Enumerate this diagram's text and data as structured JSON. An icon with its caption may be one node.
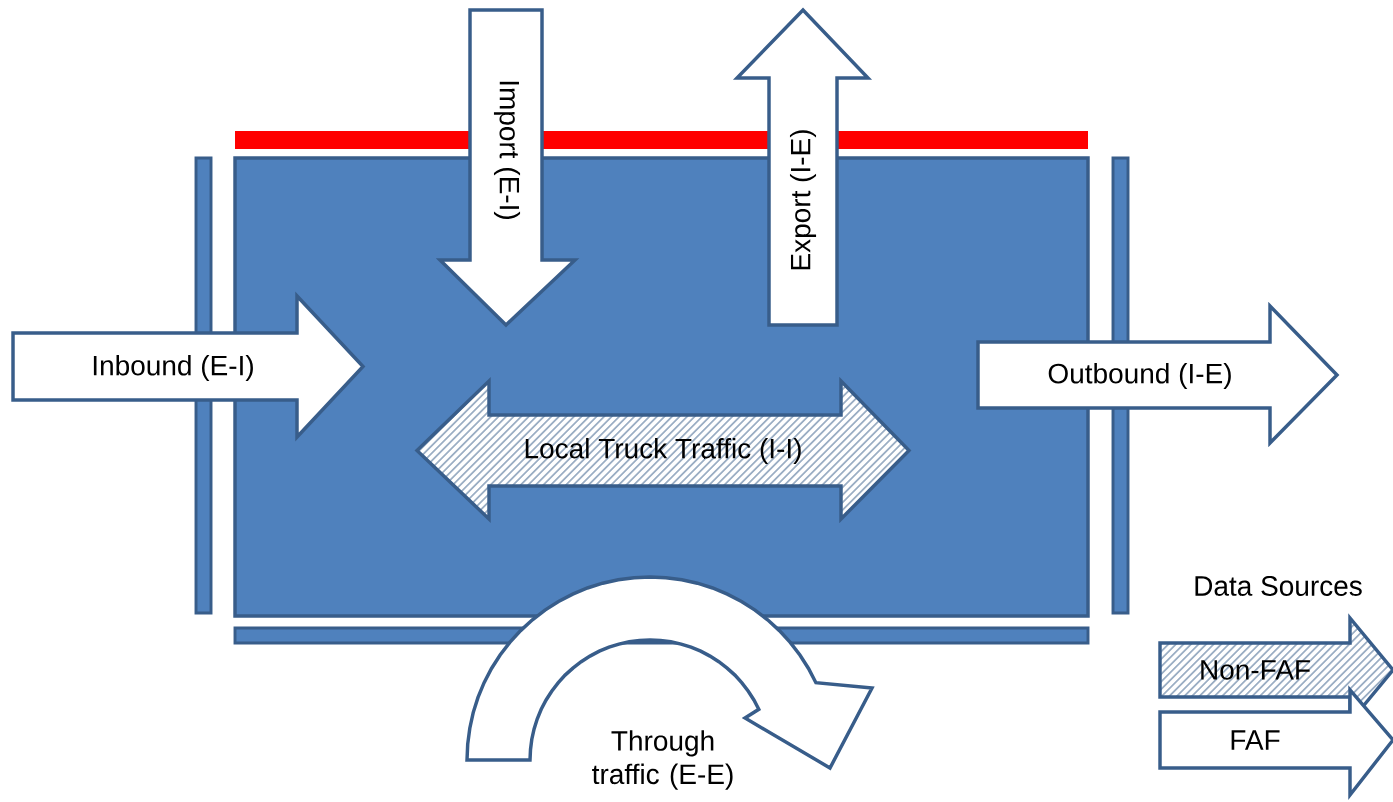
{
  "diagram": {
    "nodes": [
      {
        "text": [],
        "shape": "box"
      },
      {
        "text": [
          "Import (E-I)"
        ]
      },
      {
        "text": [
          "Export  (I-E)"
        ]
      },
      {
        "text": [
          "Inbound (E-I)"
        ]
      },
      {
        "text": [
          "Outbound (I-E)"
        ]
      },
      {
        "text": [
          "Local Truck Traffic (I-I)"
        ],
        "in": 0
      },
      {
        "text": [
          "Through traffic (E-E)"
        ]
      }
    ],
    "labels": [
      "Data Sources"
    ],
    "legend": [
      {
        "text": "Non-FAF"
      },
      {
        "text": "FAF"
      }
    ]
  }
}
